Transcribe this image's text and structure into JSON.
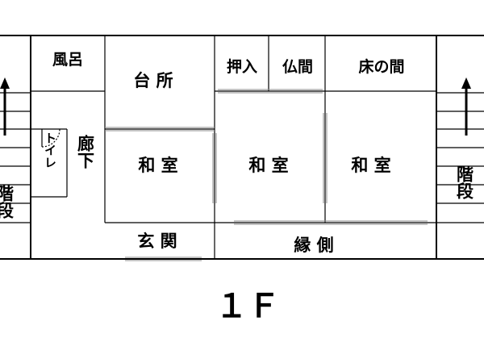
{
  "rooms": {
    "bath": "風呂",
    "kitchen": "台 所",
    "closet": "押入",
    "altar_room": "仏間",
    "alcove": "床の間",
    "toilet": "トイレ",
    "hallway": "廊下",
    "washitsu": "和 室",
    "entrance": "玄 関",
    "veranda": "縁 側",
    "stairs_left": "階段",
    "stairs_right": "階段"
  },
  "floor_label": "１Ｆ"
}
